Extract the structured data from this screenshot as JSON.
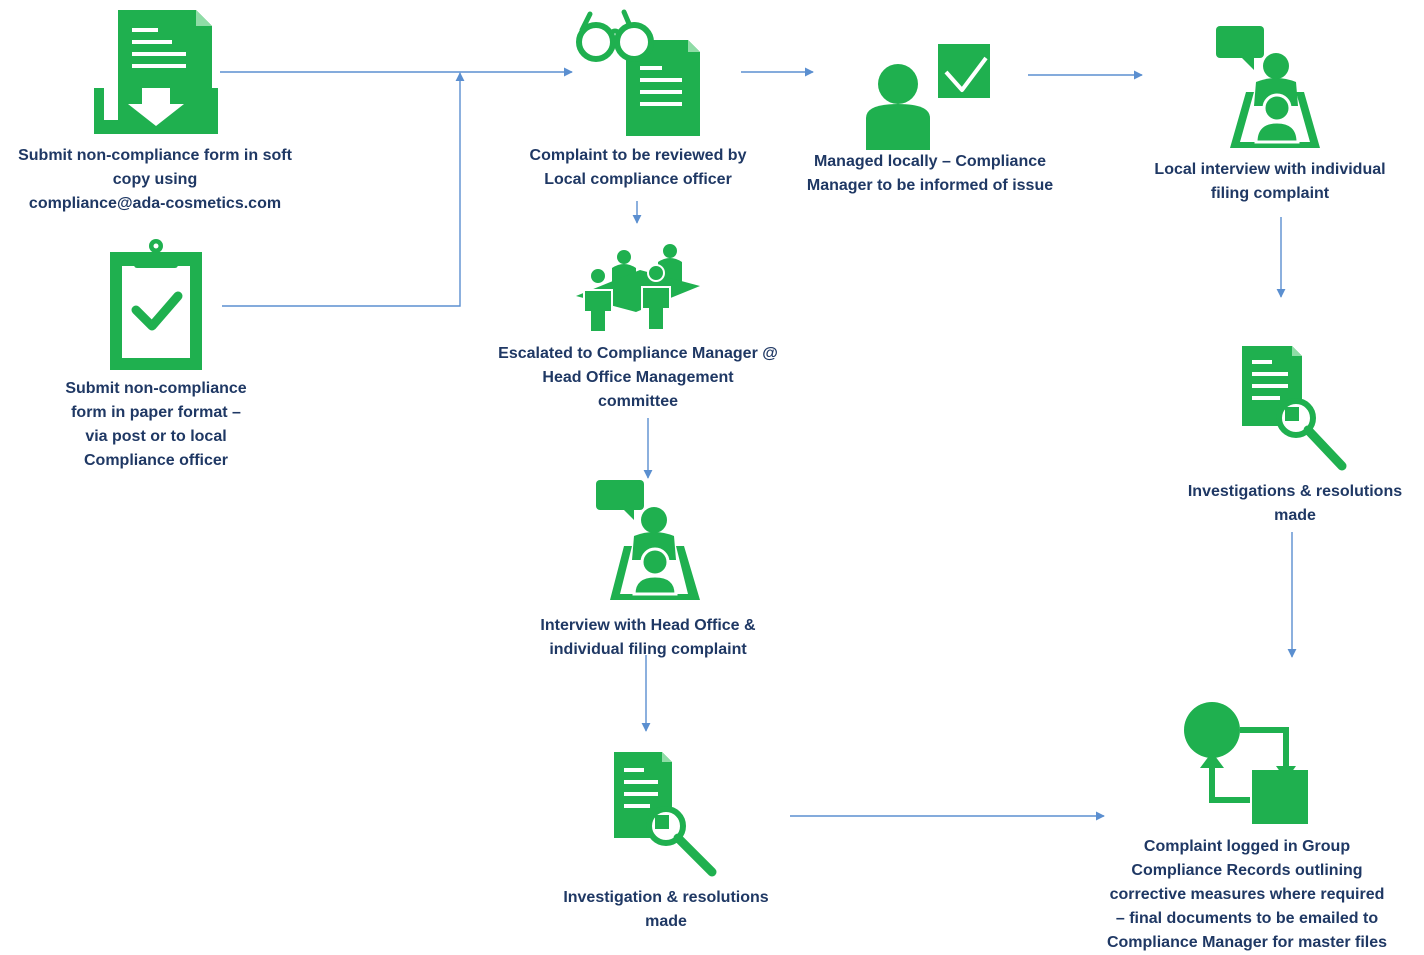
{
  "colors": {
    "icon": "#1fb04f",
    "arrow": "#5b8fd0",
    "text": "#1f3864"
  },
  "nodes": {
    "soft_copy": {
      "icon": "inbox-document-icon",
      "lines": [
        "Submit non-compliance form in soft",
        "copy using",
        "compliance@ada-cosmetics.com"
      ]
    },
    "paper": {
      "icon": "clipboard-check-icon",
      "lines": [
        "Submit non-compliance",
        "form in paper format –",
        "via post or to local",
        "Compliance officer"
      ]
    },
    "review": {
      "icon": "glasses-document-icon",
      "lines": [
        "Complaint to be reviewed by",
        "Local compliance officer"
      ]
    },
    "escalated": {
      "icon": "committee-meeting-icon",
      "lines": [
        "Escalated to Compliance Manager @",
        "Head Office Management",
        "committee"
      ]
    },
    "interview_ho": {
      "icon": "interview-icon",
      "lines": [
        "Interview with Head Office &",
        "individual filing complaint"
      ]
    },
    "investigation_ho": {
      "icon": "document-search-icon",
      "lines": [
        "Investigation & resolutions",
        "made"
      ]
    },
    "managed_locally": {
      "icon": "person-checkmark-icon",
      "lines": [
        "Managed locally – Compliance",
        "Manager to be informed of issue"
      ]
    },
    "local_interview": {
      "icon": "interview-icon",
      "lines": [
        "Local interview with individual",
        "filing complaint"
      ]
    },
    "investigations_local": {
      "icon": "document-search-icon",
      "lines": [
        "Investigations & resolutions",
        "made"
      ]
    },
    "logged": {
      "icon": "cycle-process-icon",
      "lines": [
        "Complaint logged in Group",
        "Compliance Records outlining",
        "corrective measures where required",
        "– final documents to be emailed to",
        "Compliance Manager for master files"
      ]
    }
  }
}
